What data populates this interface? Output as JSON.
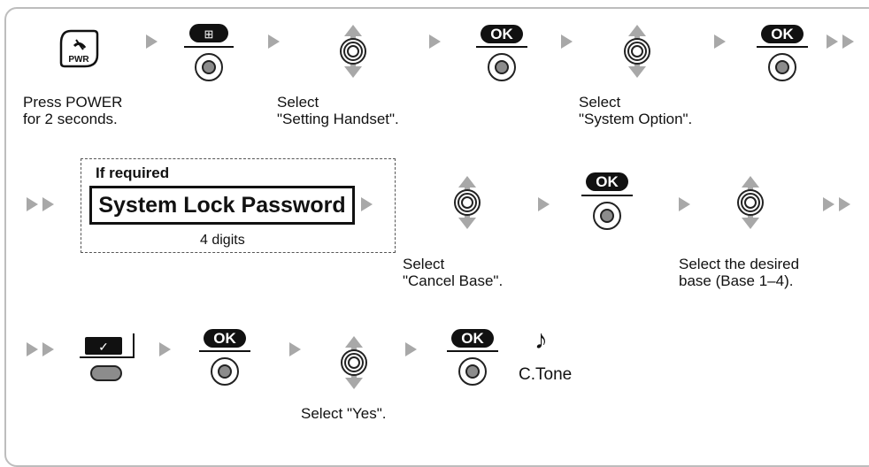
{
  "pwr_key": "PWR",
  "ok_label": "OK",
  "check_glyph": "✓",
  "menu_glyph": "⊞",
  "steps": {
    "press_power": "Press POWER\nfor 2 seconds.",
    "select_setting_handset": "Select\n\"Setting Handset\".",
    "select_system_option": "Select\n\"System Option\".",
    "select_cancel_base": "Select\n\"Cancel Base\".",
    "select_desired_base": "Select the desired\nbase (Base 1–4).",
    "select_yes": "Select \"Yes\"."
  },
  "password": {
    "if_required": "If required",
    "field": "System Lock Password",
    "digits_note": "4 digits"
  },
  "tone": {
    "note_glyph": "♪",
    "label": "C.Tone"
  },
  "colors": {
    "arrow": "#a8a8a8",
    "key_fill": "#8c8c8c",
    "frame": "#bdbdbd"
  }
}
